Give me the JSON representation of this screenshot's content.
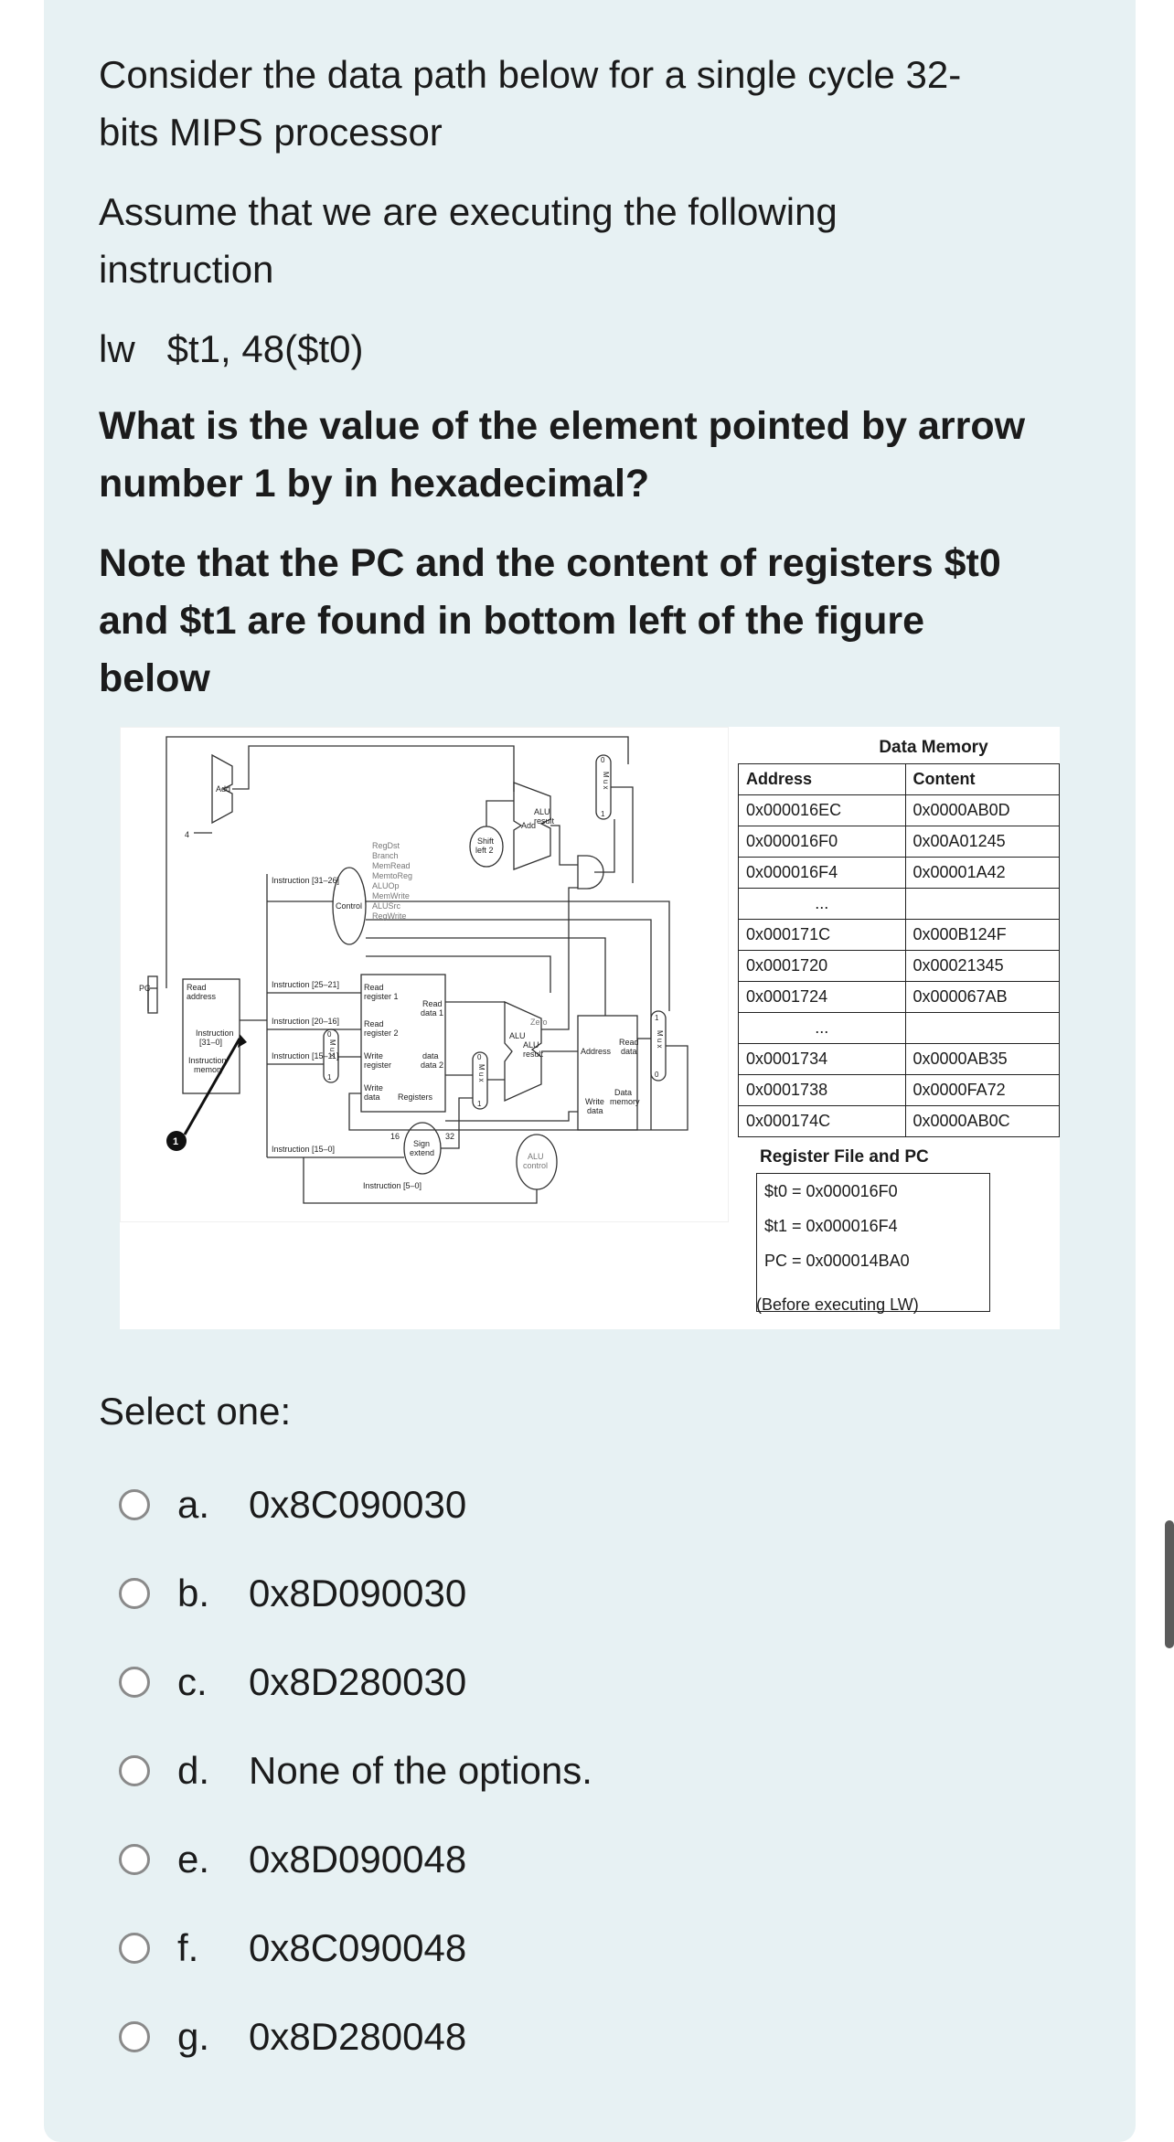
{
  "question": {
    "intro_line1": "Consider the data path below for a single cycle 32-",
    "intro_line2": "bits MIPS processor",
    "assume_line1": "Assume that we are executing the following",
    "assume_line2": "instruction",
    "instruction": "lw   $t1, 48($t0)",
    "prompt_line1": "What is the value of the element pointed by arrow",
    "prompt_line2": "number 1 by in hexadecimal?",
    "note_line1": "Note that the PC and the content of registers $t0",
    "note_line2": "and $t1 are found in bottom left of the figure",
    "note_line3": "below"
  },
  "figure": {
    "datapath_labels": {
      "add_top": "Add",
      "four": "4",
      "shift_left": "Shift",
      "shift_left2": "left 2",
      "add_alu": "Add",
      "alu_result": "ALU",
      "alu_result2": "result",
      "regdst": "RegDst",
      "branch": "Branch",
      "memread": "MemRead",
      "memtoreg": "MemtoReg",
      "aluop": "ALUOp",
      "memwrite": "MemWrite",
      "alusrc": "ALUSrc",
      "regwrite": "RegWrite",
      "control": "Control",
      "instr_31_26": "Instruction [31–26]",
      "instr_25_21": "Instruction [25–21]",
      "instr_20_16": "Instruction [20–16]",
      "instr_15_11": "Instruction [15–11]",
      "instr_15_0": "Instruction [15–0]",
      "instr_5_0": "Instruction [5–0]",
      "pc": "PC",
      "read_address": "Read",
      "read_address2": "address",
      "instruction": "Instruction",
      "instruction_bits": "[31–0]",
      "instruction_memory": "Instruction",
      "instruction_memory2": "memory",
      "read_reg1": "Read",
      "read_reg1b": "register 1",
      "read_reg2": "Read",
      "read_reg2b": "register 2",
      "write_reg": "Write",
      "write_regb": "register",
      "write_data": "Write",
      "write_datab": "data",
      "registers": "Registers",
      "read_data1": "Read",
      "read_data1b": "data 1",
      "read_data2": "data",
      "read_data2b": "data 2",
      "sign_extend": "Sign",
      "sign_extend2": "extend",
      "sixteen": "16",
      "thirtytwo": "32",
      "alu": "ALU",
      "zero": "Zero",
      "alu_res": "ALU",
      "alu_res2": "result",
      "alu_control": "ALU",
      "alu_control2": "control",
      "address": "Address",
      "read_data": "Read",
      "data_memory": "Data",
      "data_memory2": "memory",
      "write_data_mem": "Write",
      "write_data_mem2": "data",
      "mux_letters": "M u x",
      "zero_digit": "0",
      "one_digit": "1",
      "arrow_marker": "1"
    },
    "data_memory": {
      "title": "Data Memory",
      "headers": [
        "Address",
        "Content"
      ],
      "rows": [
        [
          "0x000016EC",
          "0x0000AB0D"
        ],
        [
          "0x000016F0",
          "0x00A01245"
        ],
        [
          "0x000016F4",
          "0x00001A42"
        ],
        [
          "...",
          ""
        ],
        [
          "0x000171C",
          "0x000B124F"
        ],
        [
          "0x0001720",
          "0x00021345"
        ],
        [
          "0x0001724",
          "0x000067AB"
        ],
        [
          "...",
          ""
        ],
        [
          "0x0001734",
          "0x0000AB35"
        ],
        [
          "0x0001738",
          "0x0000FA72"
        ],
        [
          "0x000174C",
          "0x0000AB0C"
        ]
      ]
    },
    "register_file": {
      "title": "Register File and PC",
      "t0": "$t0 = 0x000016F0",
      "t1": "$t1 = 0x000016F4",
      "pc": "PC = 0x000014BA0",
      "note": "(Before executing LW)"
    }
  },
  "select_one": "Select one:",
  "options": [
    {
      "letter": "a.",
      "text": "0x8C090030"
    },
    {
      "letter": "b.",
      "text": "0x8D090030"
    },
    {
      "letter": "c.",
      "text": "0x8D280030"
    },
    {
      "letter": "d.",
      "text": "None of the options."
    },
    {
      "letter": "e.",
      "text": "0x8D090048"
    },
    {
      "letter": "f.",
      "text": "0x8C090048"
    },
    {
      "letter": "g.",
      "text": "0x8D280048"
    }
  ]
}
